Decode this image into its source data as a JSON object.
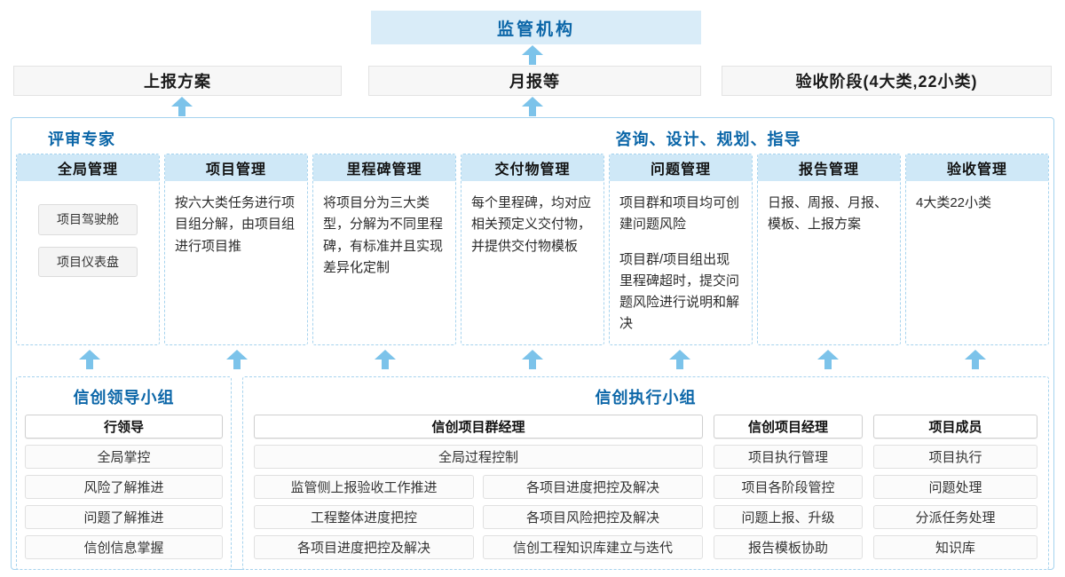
{
  "top": {
    "regulator_label": "监管机构"
  },
  "outputs": {
    "report_plan": "上报方案",
    "monthly_report": "月报等",
    "acceptance_stage": "验收阶段(4大类,22小类)"
  },
  "platform": {
    "left_role": "评审专家",
    "right_role": "咨询、设计、规划、指导",
    "columns": [
      {
        "title": "全局管理",
        "item1": "项目驾驶舱",
        "item2": "项目仪表盘"
      },
      {
        "title": "项目管理",
        "text": "按六大类任务进行项目组分解，由项目组进行项目推"
      },
      {
        "title": "里程碑管理",
        "text": "将项目分为三大类型，分解为不同里程碑，有标准并且实现差异化定制"
      },
      {
        "title": "交付物管理",
        "text": "每个里程碑，均对应相关预定义交付物，并提供交付物模板"
      },
      {
        "title": "问题管理",
        "text1": "项目群和项目均可创建问题风险",
        "text2": "项目群/项目组出现里程碑超时，提交问题风险进行说明和解决"
      },
      {
        "title": "报告管理",
        "text": "日报、周报、月报、模板、上报方案"
      },
      {
        "title": "验收管理",
        "text": "4大类22小类"
      }
    ]
  },
  "groups": {
    "leader": {
      "title": "信创领导小组",
      "role": "行领导",
      "items": [
        "全局掌控",
        "风险了解推进",
        "问题了解推进",
        "信创信息掌握"
      ]
    },
    "exec": {
      "title": "信创执行小组",
      "program_manager": {
        "role": "信创项目群经理",
        "top_item": "全局过程控制",
        "left_items": [
          "监管侧上报验收工作推进",
          "工程整体进度把控",
          "各项目进度把控及解决"
        ],
        "right_items": [
          "各项目进度把控及解决",
          "各项目风险把控及解决",
          "信创工程知识库建立与迭代"
        ]
      },
      "project_manager": {
        "role": "信创项目经理",
        "items": [
          "项目执行管理",
          "项目各阶段管控",
          "问题上报、升级",
          "报告模板协助"
        ]
      },
      "member": {
        "role": "项目成员",
        "items": [
          "项目执行",
          "问题处理",
          "分派任务处理",
          "知识库"
        ]
      }
    }
  }
}
